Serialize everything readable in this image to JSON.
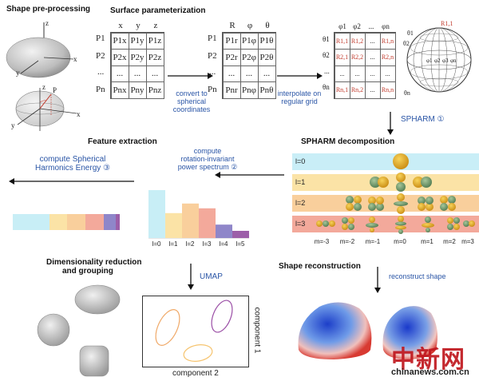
{
  "titles": {
    "pre": "Shape pre-processing",
    "surface": "Surface parameterization",
    "feature": "Feature extraction",
    "spharm": "SPHARM decomposition",
    "dim1": "Dimensionality reduction",
    "dim2": "and grouping",
    "recon": "Shape reconstruction"
  },
  "labels": {
    "convert1": "convert to",
    "convert2": "spherical",
    "convert3": "coordinates",
    "interp1": "interpolate on",
    "interp2": "regular grid",
    "spharm_arrow": "SPHARM ①",
    "power1": "compute",
    "power2": "rotation-invariant",
    "power3": "power spectrum ②",
    "energy1": "compute Spherical",
    "energy2": "Harmonics Energy ③",
    "umap": "UMAP",
    "reconstruct": "reconstruct shape",
    "component1": "component 1",
    "component2": "component 2"
  },
  "axes": {
    "x": "x",
    "y": "y",
    "z": "z",
    "p": "P"
  },
  "table1": {
    "headers": [
      "x",
      "y",
      "z"
    ],
    "rows": [
      "P1",
      "P2",
      "...",
      "Pn"
    ],
    "cells": [
      "P1x",
      "P1y",
      "P1z",
      "P2x",
      "P2y",
      "P2z",
      "...",
      "...",
      "...",
      "Pnx",
      "Pny",
      "Pnz"
    ]
  },
  "table2": {
    "headers": [
      "R",
      "φ",
      "θ"
    ],
    "rows": [
      "P1",
      "P2",
      "...",
      "Pn"
    ],
    "cells": [
      "P1r",
      "P1φ",
      "P1θ",
      "P2r",
      "P2φ",
      "P2θ",
      "...",
      "...",
      "...",
      "Pnr",
      "Pnφ",
      "Pnθ"
    ]
  },
  "table3": {
    "headers": [
      "φ1",
      "φ2",
      "...",
      "φn"
    ],
    "rows": [
      "θ1",
      "θ2",
      "...",
      "θn"
    ],
    "cells": [
      "R1,1",
      "R1,2",
      "...",
      "R1,n",
      "R2,1",
      "R2,2",
      "...",
      "R2,n",
      "...",
      "...",
      "...",
      "...",
      "Rn,1",
      "Rn,2",
      "...",
      "Rn,n"
    ]
  },
  "globe": {
    "top": "R1,1",
    "t1": "θ1",
    "t2": "θ2",
    "tn": "θn",
    "phis": [
      "φ1",
      "φ2",
      "φ3",
      "φn"
    ]
  },
  "levels": [
    "l=0",
    "l=1",
    "l=2",
    "l=3"
  ],
  "m_labels": [
    "m=-3",
    "m=-2",
    "m=-1",
    "m=0",
    "m=1",
    "m=2",
    "m=3"
  ],
  "spectrum": {
    "x_labels": [
      "l=0",
      "l=1",
      "l=2",
      "l=3",
      "l=4",
      "l=5"
    ],
    "values": [
      1.0,
      0.52,
      0.72,
      0.62,
      0.28,
      0.15
    ],
    "colors": [
      "#c8eef6",
      "#fbe3a6",
      "#f9cf9c",
      "#f3a99b",
      "#8f86c9",
      "#9c5fa8"
    ]
  },
  "energy_bar": {
    "values": [
      0.34,
      0.17,
      0.17,
      0.17,
      0.11,
      0.04
    ],
    "colors": [
      "#c8eef6",
      "#fbe3a6",
      "#f9cf9c",
      "#f3a99b",
      "#8f86c9",
      "#9c5fa8"
    ]
  },
  "watermark": {
    "cn": "中新网",
    "url": "chinanews.com.cn"
  }
}
